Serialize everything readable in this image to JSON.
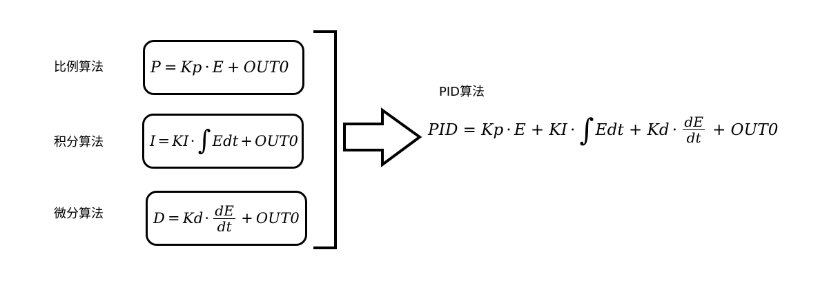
{
  "labels": {
    "proportional": "比例算法",
    "integral": "积分算法",
    "derivative": "微分算法",
    "pid": "PID算法"
  },
  "formulas": {
    "proportional": {
      "lhs": "P",
      "eq": "=",
      "k": "Kp",
      "dot": "·",
      "e": "E",
      "plus": "+",
      "out": "OUT0"
    },
    "integral": {
      "lhs": "I",
      "eq": "=",
      "k": "KI",
      "dot": "·",
      "int": "∫",
      "body": "Edt",
      "plus": "+",
      "out": "OUT0"
    },
    "derivative": {
      "lhs": "D",
      "eq": "=",
      "k": "Kd",
      "dot": "·",
      "num": "dE",
      "den": "dt",
      "plus": "+",
      "out": "OUT0"
    },
    "pid": {
      "lhs": "PID",
      "eq": "=",
      "kp": "Kp",
      "dot": "·",
      "e": "E",
      "plus": "+",
      "ki": "KI",
      "int": "∫",
      "body": "Edt",
      "kd": "Kd",
      "num": "dE",
      "den": "dt",
      "out": "OUT0"
    }
  }
}
